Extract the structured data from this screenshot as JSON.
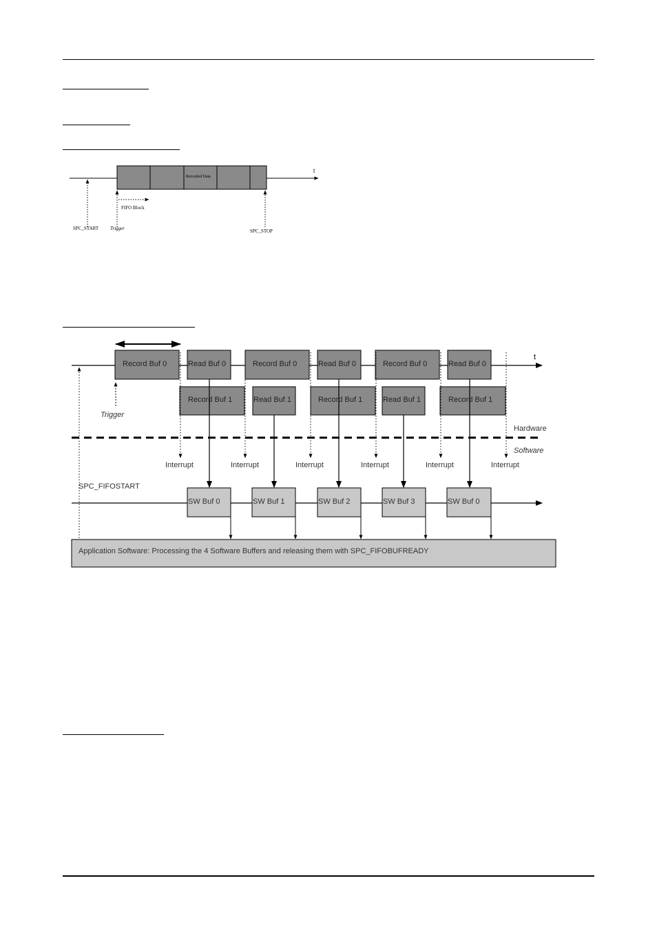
{
  "small_diagram": {
    "axis_label": "t",
    "box_label": "Recorded Data",
    "fifo_block_label": "FIFO Block",
    "start_label": "SPC_START",
    "trigger_label": "Trigger",
    "stop_label": "SPC_STOP"
  },
  "fifo_diagram": {
    "axis_label": "t",
    "record_buf0": "Record Buf 0",
    "read_buf0": "Read Buf 0",
    "record_buf1": "Record Buf 1",
    "read_buf1": "Read Buf 1",
    "trigger_label": "Trigger",
    "hardware_label": "Hardware",
    "software_label": "Software",
    "interrupt_label": "Interrupt",
    "fifostart_label": "SPC_FIFOSTART",
    "sw_buf0": "SW Buf 0",
    "sw_buf1": "SW Buf 1",
    "sw_buf2": "SW Buf 2",
    "sw_buf3": "SW Buf 3",
    "app_label": "Application Software: Processing the 4 Software Buffers and releasing them with SPC_FIFOBUFREADY"
  },
  "colors": {
    "dark_box": "#8a8a8a",
    "light_box": "#c8c8c8",
    "line": "#000000"
  }
}
